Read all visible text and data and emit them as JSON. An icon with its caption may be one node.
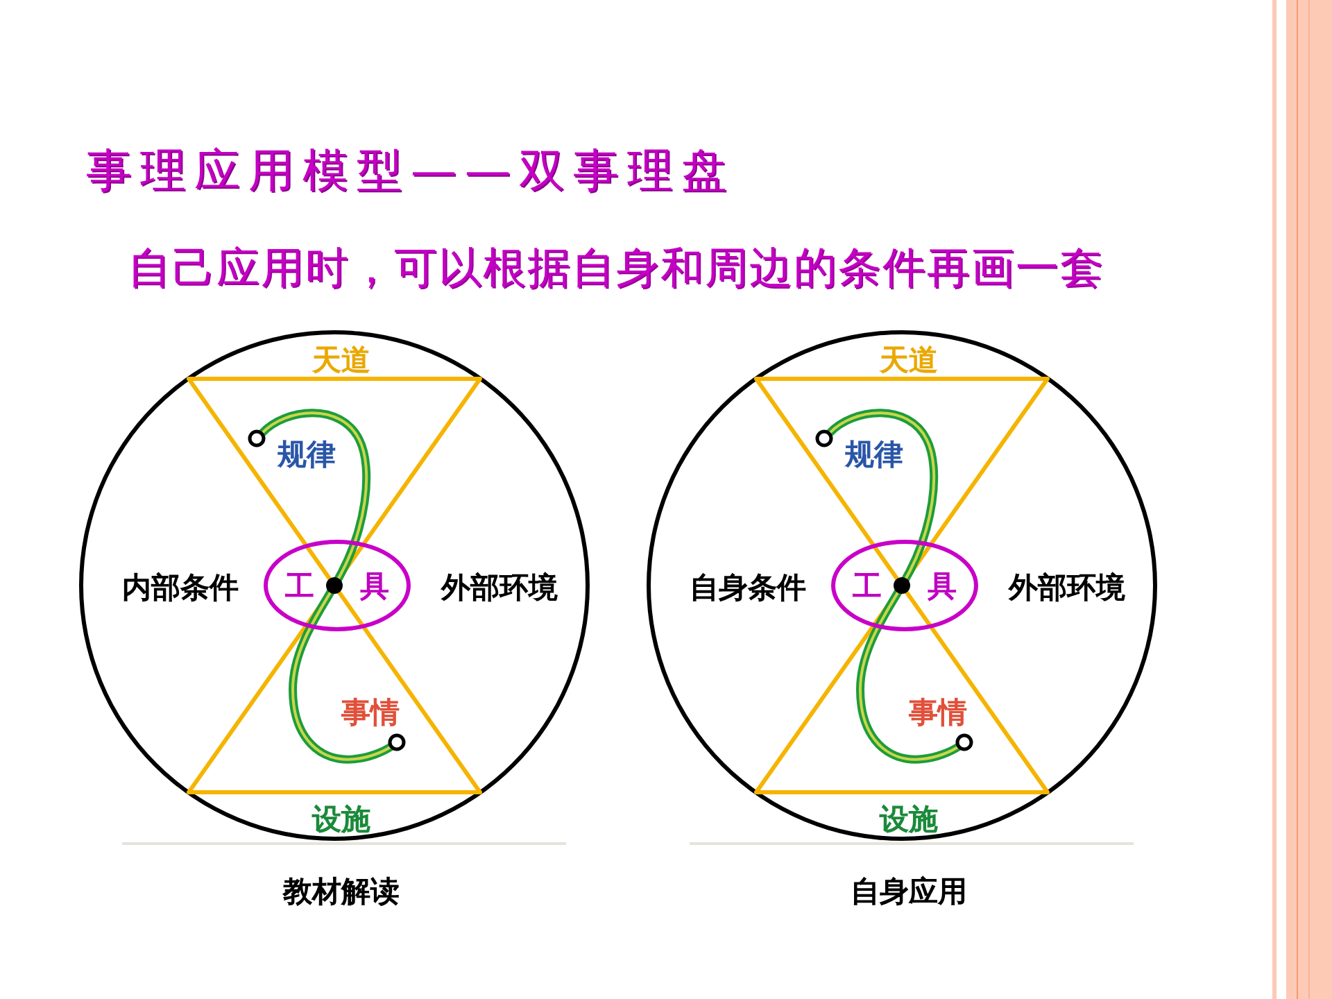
{
  "diagram": {
    "title": "事理应用模型——双事理盘",
    "nodes": [
      {
        "text": [
          "内部条件",
          "外部环境"
        ],
        "beside": [
          "教材解读"
        ]
      },
      {
        "text": [
          "天道",
          "规律"
        ],
        "in": 0
      },
      {
        "text": [
          "工",
          "具"
        ],
        "in": 0
      },
      {
        "text": [
          "事情",
          "设施"
        ],
        "in": 0
      },
      {
        "text": [
          "自身条件",
          "外部环境"
        ],
        "beside": [
          "自身应用"
        ]
      },
      {
        "text": [
          "天道",
          "规律"
        ],
        "in": 4
      },
      {
        "text": [
          "工",
          "具"
        ],
        "in": 4
      },
      {
        "text": [
          "事情",
          "设施"
        ],
        "in": 4
      }
    ],
    "labels": [
      "自己应用时，可以根据自身和周边的条件再画一套"
    ]
  }
}
